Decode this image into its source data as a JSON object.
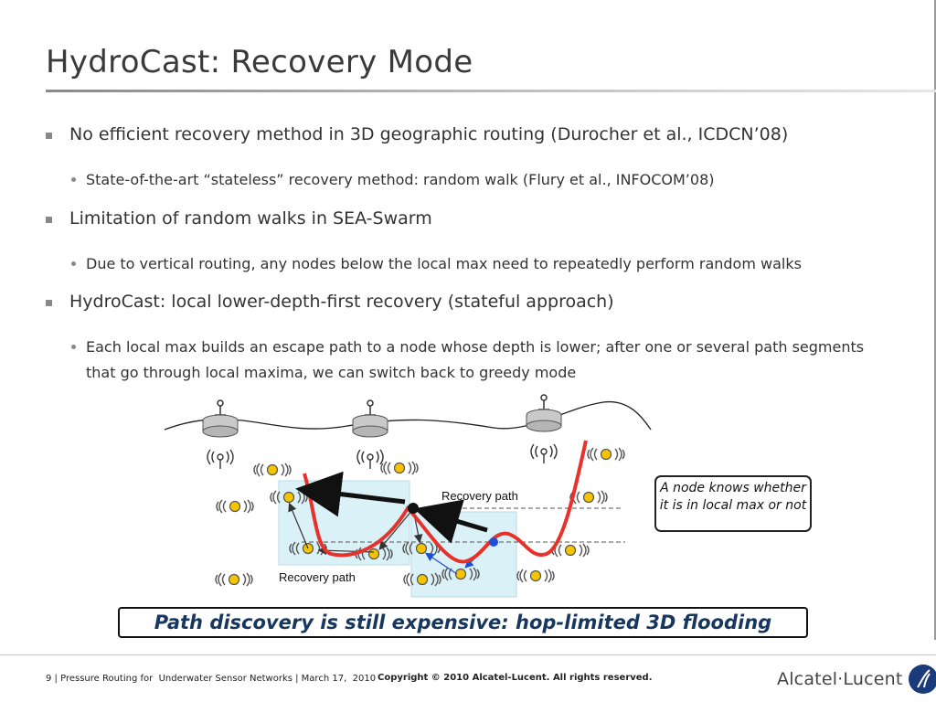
{
  "slide": {
    "title": "HydroCast: Recovery Mode"
  },
  "bullets": [
    {
      "text": "No efficient recovery method in 3D geographic routing (Durocher et al., ICDCN’08)"
    },
    {
      "text": "State-of-the-art “stateless” recovery method: random walk (Flury et al., INFOCOM’08)"
    },
    {
      "text": "Limitation of random walks in SEA-Swarm"
    },
    {
      "text": "Due to vertical routing, any nodes below the local max need to repeatedly perform random walks"
    },
    {
      "text": "HydroCast: local lower-depth-first recovery (stateful approach)"
    },
    {
      "text": "Each local max builds an escape path to a node whose depth is lower; after one or several path segments that go through local maxima, we can switch back to greedy mode"
    }
  ],
  "diagram": {
    "label_recovery_path_top": "Recovery path",
    "label_recovery_path_bottom": "Recovery path",
    "callout": "A node knows whether it is in local max or not",
    "banner": "Path discovery is still expensive: hop-limited 3D flooding",
    "colors": {
      "path": "#e8312b",
      "node": "#f5c400",
      "blue": "#1f4fd6",
      "box": "#daf1f8"
    }
  },
  "footer": {
    "left": "9 | Pressure Routing for  Underwater Sensor Networks | March 17,  2010",
    "copyright": "Copyright © 2010 Alcatel-Lucent. All rights reserved.",
    "logo": "Alcatel·Lucent"
  }
}
